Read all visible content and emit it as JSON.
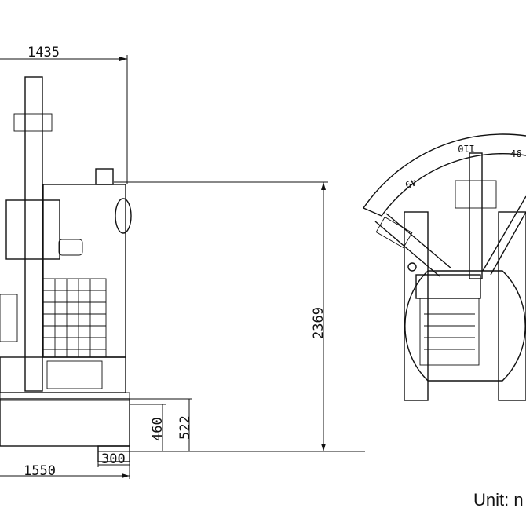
{
  "front_view": {
    "dimensions": {
      "top_width": "1435",
      "total_height": "2369",
      "height_522": "522",
      "height_460": "460",
      "bottom_width": "1550",
      "track_width": "300"
    }
  },
  "top_view": {
    "swing_angles": {
      "left": "49",
      "center": "110",
      "right": "46"
    }
  },
  "unit_label": "Unit: n"
}
